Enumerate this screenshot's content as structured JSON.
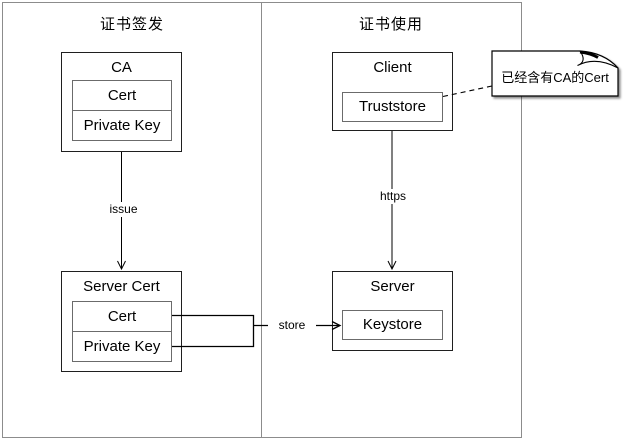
{
  "diagram": {
    "panels": {
      "issuance": {
        "title": "证书签发"
      },
      "usage": {
        "title": "证书使用"
      }
    },
    "nodes": {
      "ca": {
        "title": "CA",
        "cert": "Cert",
        "private_key": "Private Key"
      },
      "server_cert": {
        "title": "Server Cert",
        "cert": "Cert",
        "private_key": "Private Key"
      },
      "client": {
        "title": "Client",
        "truststore": "Truststore"
      },
      "server": {
        "title": "Server",
        "keystore": "Keystore"
      }
    },
    "edges": {
      "issue": "issue",
      "https": "https",
      "store": "store"
    },
    "note": {
      "text": "已经含有CA的Cert"
    },
    "colors": {
      "background": "#ffffff",
      "panel_border": "#8c8c8c",
      "node_border": "#1f1f1f",
      "inner_box_border": "#6b6b6b",
      "connector": "#000000",
      "text": "#000000"
    }
  }
}
